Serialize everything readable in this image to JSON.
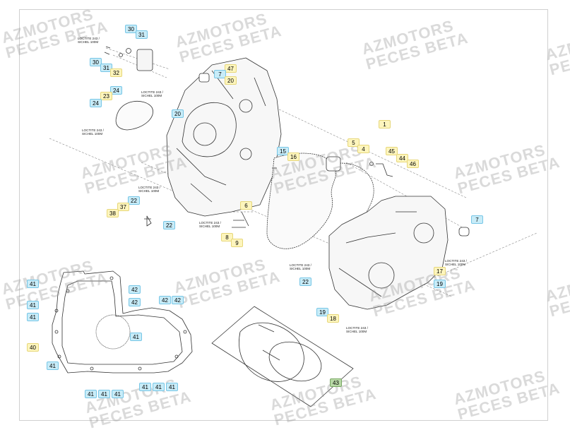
{
  "watermark": {
    "line1": "AZMOTORS",
    "line2": "PECES BETA"
  },
  "notes": {
    "loctite_243": "LOCTITE 243 /\nSICHEL 100M",
    "loctite_243_top": "LOCTITE 243 /\nSICHEL 100M",
    "loctite_243_mid": "LOCTITE 243 /\nSICHEL 100M",
    "loctite_243_left": "LOCTITE 243 /\nSICHEL 100M",
    "loctite_243_c": "LOCTITE 243 /\nSICHEL 100M",
    "loctite_243_right": "LOCTITE 243 /\nSICHEL 100M",
    "loctite_243_bottom": "LOCTITE 243 /\nSICHEL 100M",
    "loctite_243_center": "LOCTITE 243 /\nSICHEL 100M"
  },
  "callouts": {
    "c30a": "30",
    "c31a": "31",
    "c30b": "30",
    "c31b": "31",
    "c32": "32",
    "c47": "47",
    "c7a": "7",
    "c20a": "20",
    "c24a": "24",
    "c23": "23",
    "c24b": "24",
    "c20b": "20",
    "c1": "1",
    "c5": "5",
    "c4": "4",
    "c45": "45",
    "c15": "15",
    "c16": "16",
    "c44": "44",
    "c46": "46",
    "c22a": "22",
    "c37": "37",
    "c38": "38",
    "c22b": "22",
    "c6": "6",
    "c8": "8",
    "c9": "9",
    "c7b": "7",
    "c17": "17",
    "c19a": "19",
    "c22c": "22",
    "c19b": "19",
    "c18": "18",
    "c41a": "41",
    "c41b": "41",
    "c41c": "41",
    "c40": "40",
    "c41d": "41",
    "c42a": "42",
    "c42b": "42",
    "c42c": "42",
    "c42d": "42",
    "c41e": "41",
    "c41f": "41",
    "c41g": "41",
    "c41h": "41",
    "c41i": "41",
    "c41j": "41",
    "c41k": "41",
    "c43": "43"
  },
  "colors": {
    "cyan": "#c8ecf8",
    "yellow": "#fdf5bd",
    "green": "#b8d9a6"
  }
}
